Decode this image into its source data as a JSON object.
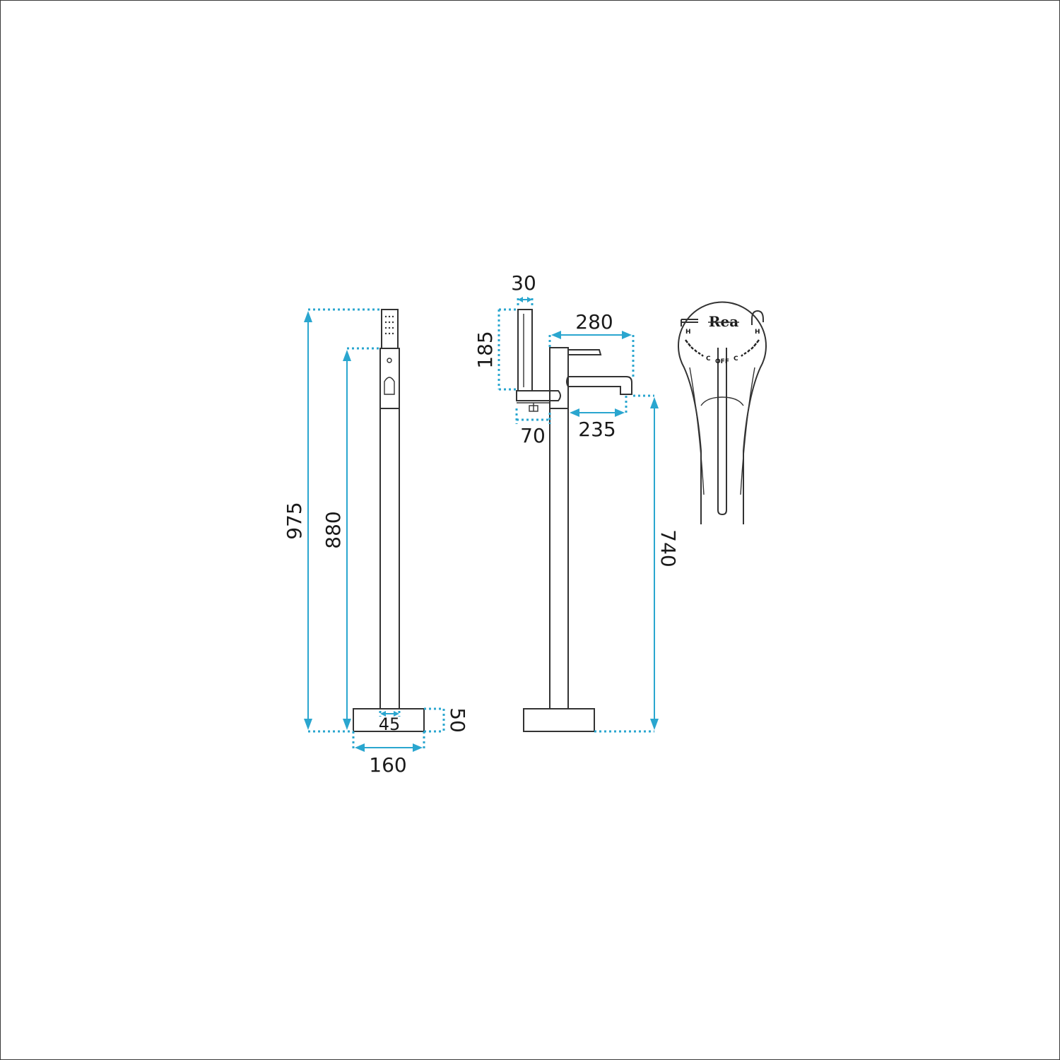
{
  "dimensions": {
    "total_height": "975",
    "spout_height": "880",
    "base_height": "50",
    "pipe_width": "45",
    "base_width": "160",
    "shower_width": "30",
    "shower_length": "185",
    "spout_reach": "280",
    "spout_projection": "235",
    "holder_width": "70",
    "outlet_height": "740"
  },
  "handle": {
    "brand": "Rea",
    "left_mark": "H",
    "right_mark": "H",
    "left_cold": "C",
    "right_cold": "C",
    "off_label": "OFF"
  },
  "colors": {
    "dimension_line": "#2aa6cf",
    "outline": "#333333"
  }
}
